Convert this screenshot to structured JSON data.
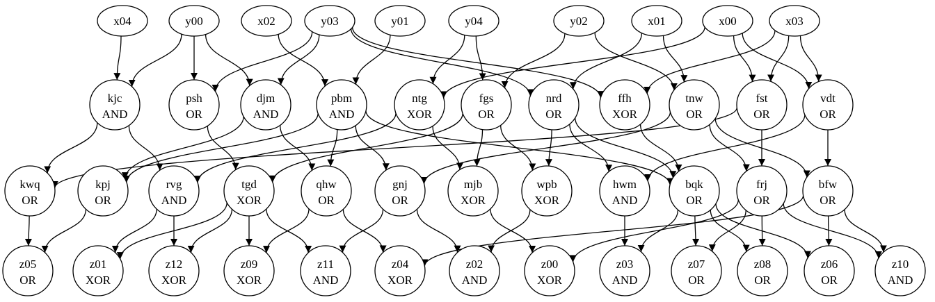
{
  "nodes": [
    {
      "id": "x04",
      "label": ""
    },
    {
      "id": "y00",
      "label": ""
    },
    {
      "id": "x02",
      "label": ""
    },
    {
      "id": "y03",
      "label": ""
    },
    {
      "id": "y01",
      "label": ""
    },
    {
      "id": "y04",
      "label": ""
    },
    {
      "id": "y02",
      "label": ""
    },
    {
      "id": "x01",
      "label": ""
    },
    {
      "id": "x00",
      "label": ""
    },
    {
      "id": "x03",
      "label": ""
    },
    {
      "id": "kjc",
      "label": "AND"
    },
    {
      "id": "psh",
      "label": "OR"
    },
    {
      "id": "djm",
      "label": "AND"
    },
    {
      "id": "pbm",
      "label": "AND"
    },
    {
      "id": "ntg",
      "label": "XOR"
    },
    {
      "id": "fgs",
      "label": "OR"
    },
    {
      "id": "nrd",
      "label": "OR"
    },
    {
      "id": "ffh",
      "label": "XOR"
    },
    {
      "id": "tnw",
      "label": "OR"
    },
    {
      "id": "fst",
      "label": "OR"
    },
    {
      "id": "vdt",
      "label": "OR"
    },
    {
      "id": "kwq",
      "label": "OR"
    },
    {
      "id": "kpj",
      "label": "OR"
    },
    {
      "id": "rvg",
      "label": "AND"
    },
    {
      "id": "tgd",
      "label": "XOR"
    },
    {
      "id": "qhw",
      "label": "OR"
    },
    {
      "id": "gnj",
      "label": "OR"
    },
    {
      "id": "mjb",
      "label": "XOR"
    },
    {
      "id": "wpb",
      "label": "XOR"
    },
    {
      "id": "hwm",
      "label": "AND"
    },
    {
      "id": "bqk",
      "label": "OR"
    },
    {
      "id": "frj",
      "label": "OR"
    },
    {
      "id": "bfw",
      "label": "OR"
    },
    {
      "id": "z05",
      "label": "OR"
    },
    {
      "id": "z01",
      "label": "XOR"
    },
    {
      "id": "z12",
      "label": "XOR"
    },
    {
      "id": "z09",
      "label": "XOR"
    },
    {
      "id": "z11",
      "label": "AND"
    },
    {
      "id": "z04",
      "label": "XOR"
    },
    {
      "id": "z02",
      "label": "AND"
    },
    {
      "id": "z00",
      "label": "XOR"
    },
    {
      "id": "z03",
      "label": "AND"
    },
    {
      "id": "z07",
      "label": "OR"
    },
    {
      "id": "z08",
      "label": "OR"
    },
    {
      "id": "z06",
      "label": "OR"
    },
    {
      "id": "z10",
      "label": "AND"
    }
  ],
  "edges": [
    [
      "x04",
      "kjc"
    ],
    [
      "y00",
      "kjc"
    ],
    [
      "y00",
      "psh"
    ],
    [
      "y00",
      "djm"
    ],
    [
      "x02",
      "pbm"
    ],
    [
      "y03",
      "psh"
    ],
    [
      "y03",
      "djm"
    ],
    [
      "y03",
      "nrd"
    ],
    [
      "y03",
      "ffh"
    ],
    [
      "y01",
      "pbm"
    ],
    [
      "y04",
      "ntg"
    ],
    [
      "y04",
      "fgs"
    ],
    [
      "y02",
      "fgs"
    ],
    [
      "y02",
      "tnw"
    ],
    [
      "x01",
      "nrd"
    ],
    [
      "x01",
      "tnw"
    ],
    [
      "x00",
      "ntg"
    ],
    [
      "x00",
      "fst"
    ],
    [
      "x00",
      "vdt"
    ],
    [
      "x03",
      "ffh"
    ],
    [
      "x03",
      "fst"
    ],
    [
      "x03",
      "vdt"
    ],
    [
      "kjc",
      "kwq"
    ],
    [
      "kjc",
      "rvg"
    ],
    [
      "psh",
      "tgd"
    ],
    [
      "djm",
      "kpj"
    ],
    [
      "djm",
      "qhw"
    ],
    [
      "pbm",
      "kpj"
    ],
    [
      "pbm",
      "qhw"
    ],
    [
      "pbm",
      "gnj"
    ],
    [
      "pbm",
      "bqk"
    ],
    [
      "ntg",
      "rvg"
    ],
    [
      "ntg",
      "mjb"
    ],
    [
      "fgs",
      "tgd"
    ],
    [
      "fgs",
      "mjb"
    ],
    [
      "fgs",
      "wpb"
    ],
    [
      "nrd",
      "wpb"
    ],
    [
      "nrd",
      "hwm"
    ],
    [
      "nrd",
      "bqk"
    ],
    [
      "ffh",
      "bqk"
    ],
    [
      "tnw",
      "gnj"
    ],
    [
      "tnw",
      "frj"
    ],
    [
      "tnw",
      "bfw"
    ],
    [
      "fst",
      "kwq"
    ],
    [
      "fst",
      "frj"
    ],
    [
      "vdt",
      "hwm"
    ],
    [
      "vdt",
      "bfw"
    ],
    [
      "kwq",
      "z05"
    ],
    [
      "kpj",
      "z05"
    ],
    [
      "rvg",
      "z01"
    ],
    [
      "rvg",
      "z12"
    ],
    [
      "tgd",
      "z01"
    ],
    [
      "tgd",
      "z12"
    ],
    [
      "tgd",
      "z09"
    ],
    [
      "tgd",
      "z11"
    ],
    [
      "qhw",
      "z09"
    ],
    [
      "qhw",
      "z04"
    ],
    [
      "gnj",
      "z11"
    ],
    [
      "gnj",
      "z02"
    ],
    [
      "mjb",
      "z00"
    ],
    [
      "wpb",
      "z02"
    ],
    [
      "hwm",
      "z03"
    ],
    [
      "bqk",
      "z03"
    ],
    [
      "bqk",
      "z07"
    ],
    [
      "bqk",
      "z08"
    ],
    [
      "bqk",
      "z06"
    ],
    [
      "frj",
      "z00"
    ],
    [
      "frj",
      "z07"
    ],
    [
      "frj",
      "z08"
    ],
    [
      "frj",
      "z10"
    ],
    [
      "bfw",
      "z04"
    ],
    [
      "bfw",
      "z06"
    ],
    [
      "bfw",
      "z10"
    ]
  ]
}
